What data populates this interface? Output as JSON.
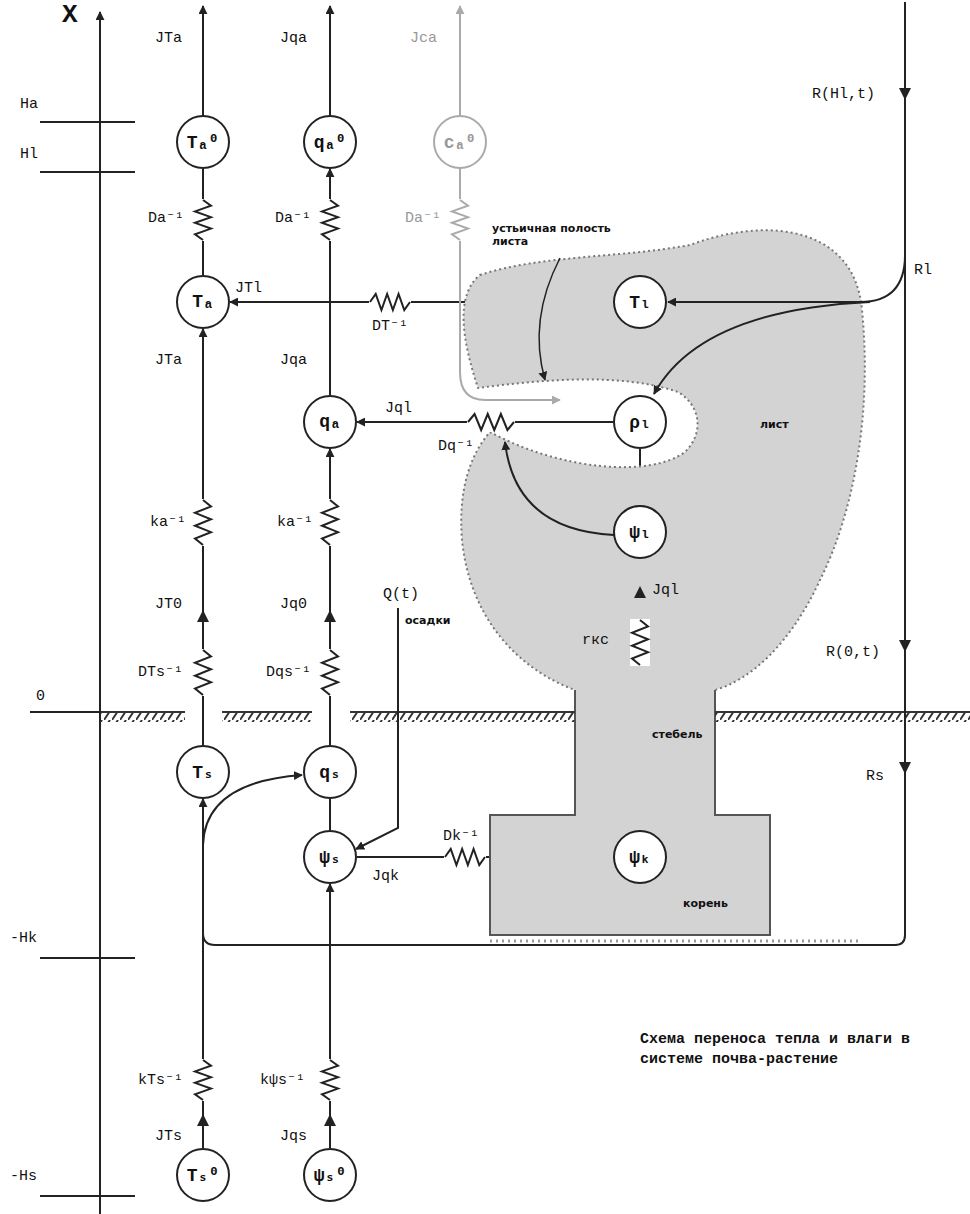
{
  "diagram": {
    "caption": "Схема переноса тепла и влаги в системе почва-растение",
    "nodes": [
      {
        "text": [
          "Tₐ⁰"
        ]
      },
      {
        "text": [
          "qₐ⁰"
        ]
      },
      {
        "text": [
          "cₐ⁰"
        ]
      },
      {
        "text": [
          "Tₐ"
        ]
      },
      {
        "text": [
          "Tₗ"
        ]
      },
      {
        "text": [
          "qₐ"
        ]
      },
      {
        "text": [
          "ρₗ"
        ]
      },
      {
        "text": [
          "ψₗ"
        ]
      },
      {
        "text": [
          "Tₛ"
        ]
      },
      {
        "text": [
          "qₛ"
        ]
      },
      {
        "text": [
          "ψₛ"
        ]
      },
      {
        "text": [
          "ψₖ"
        ]
      },
      {
        "text": [
          "Tₛ⁰"
        ]
      },
      {
        "text": [
          "ψₛ⁰"
        ]
      }
    ],
    "edges": [
      {
        "from": 3,
        "to": 0,
        "arrow": "none"
      },
      {
        "from": 5,
        "to": 1,
        "arrow": "to"
      },
      {
        "from": 4,
        "to": 3,
        "arrow": "to"
      },
      {
        "from": 6,
        "to": 5,
        "arrow": "to"
      },
      {
        "from": 8,
        "to": 3,
        "arrow": "to"
      },
      {
        "from": 9,
        "to": 5,
        "arrow": "to"
      },
      {
        "from": 7,
        "to": 6,
        "arrow": "none"
      },
      {
        "from": 11,
        "to": 7,
        "arrow": "to"
      },
      {
        "from": 10,
        "to": 11,
        "arrow": "to"
      },
      {
        "from": 10,
        "to": 9,
        "arrow": "none"
      },
      {
        "from": 12,
        "to": 8,
        "arrow": "to"
      },
      {
        "from": 13,
        "to": 10,
        "arrow": "to"
      }
    ],
    "labels": [
      "X",
      "Ha",
      "Hl",
      "0",
      "-Hk",
      "-Hs",
      "JTa",
      "Jqa",
      "Jca",
      "Da⁻¹",
      "Da⁻¹",
      "Da⁻¹",
      "JTl",
      "DT⁻¹",
      "JTa",
      "Jqa",
      "Jql",
      "Dq⁻¹",
      "ka⁻¹",
      "ka⁻¹",
      "JT0",
      "Jq0",
      "DTs⁻¹",
      "Dqs⁻¹",
      "Q(t)",
      "осадки",
      "Jql",
      "rкс",
      "стебель",
      "Jqk",
      "Dk⁻¹",
      "корень",
      "лист",
      "устьичная полость листа",
      "R(Hl,t)",
      "Rl",
      "R(0,t)",
      "Rs",
      "kTs⁻¹",
      "kψs⁻¹",
      "JTs",
      "Jqs"
    ]
  }
}
